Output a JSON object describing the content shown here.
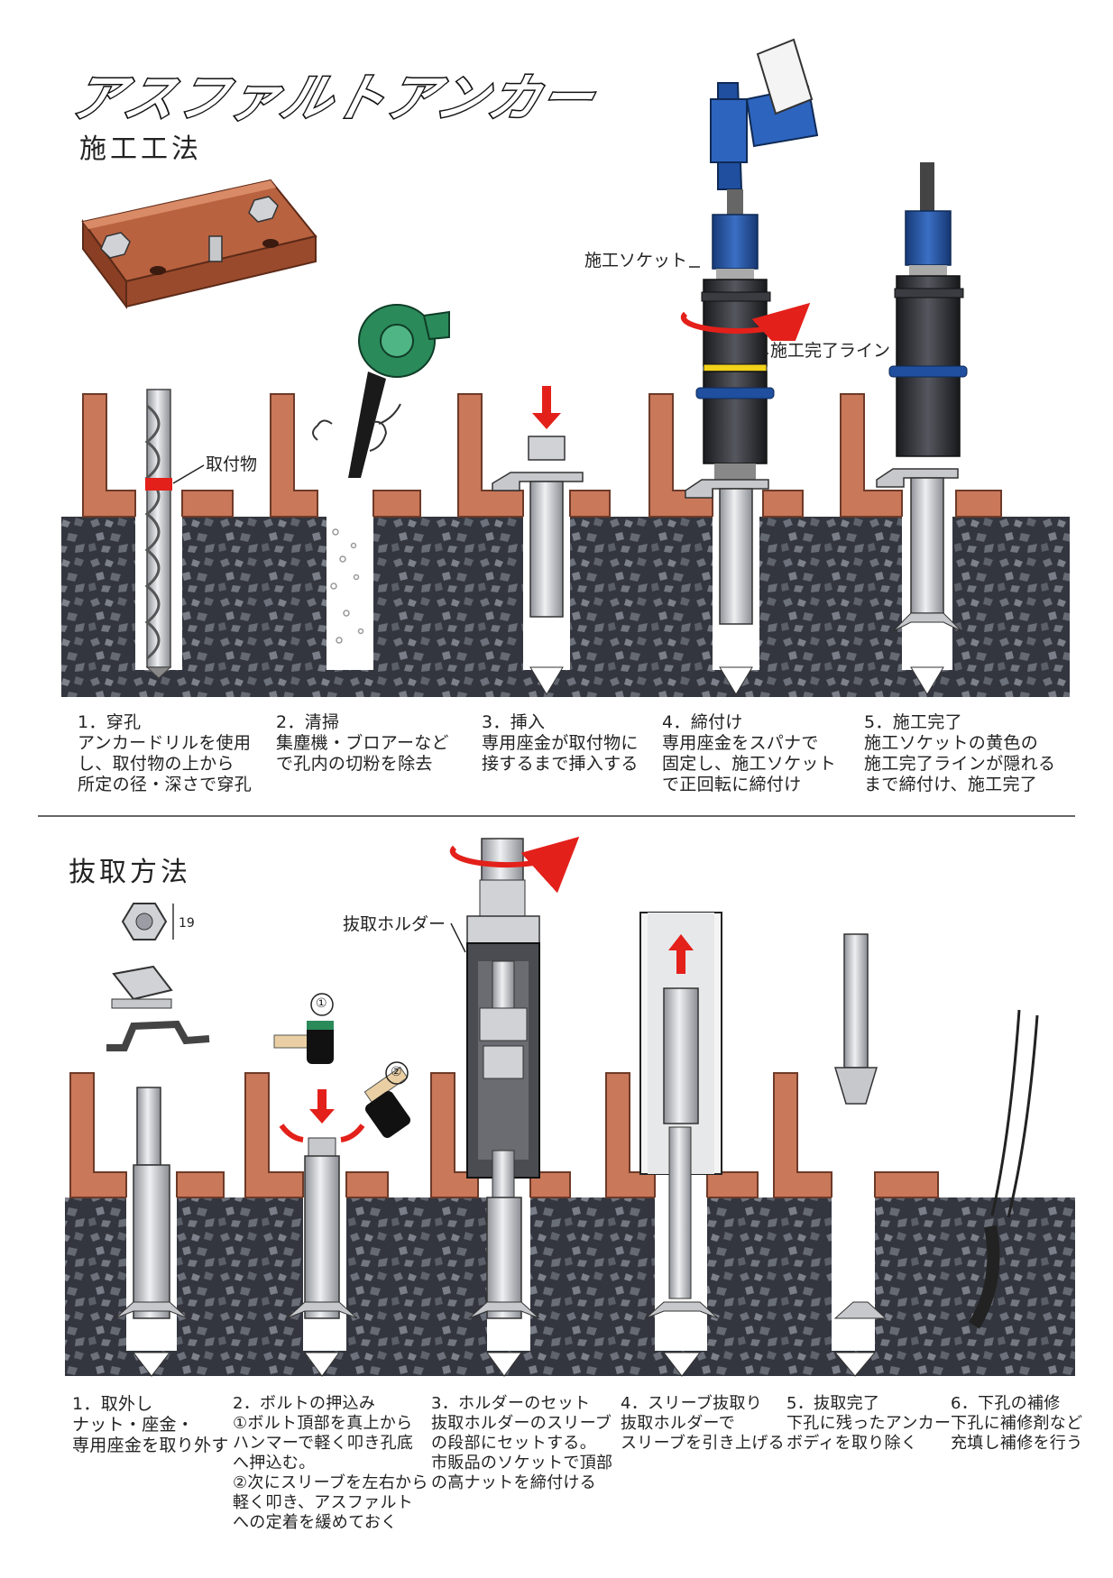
{
  "title": "アスファルトアンカー",
  "install": {
    "heading": "施工工法",
    "labels": {
      "attachment": "取付物",
      "socket": "施工ソケット",
      "complete_line": "施工完了ライン"
    },
    "steps": [
      {
        "step": "1．穿孔",
        "lines": [
          "アンカードリルを使用",
          "し、取付物の上から",
          "所定の径・深さで穿孔"
        ]
      },
      {
        "step": "2．清掃",
        "lines": [
          "集塵機・ブロアーなど",
          "で孔内の切粉を除去"
        ]
      },
      {
        "step": "3．挿入",
        "lines": [
          "専用座金が取付物に",
          "接するまで挿入する"
        ]
      },
      {
        "step": "4．締付け",
        "lines": [
          "専用座金をスパナで",
          "固定し、施工ソケット",
          "で正回転に締付け"
        ]
      },
      {
        "step": "5．施工完了",
        "lines": [
          "施工ソケットの黄色の",
          "施工完了ラインが隠れる",
          "まで締付け、施工完了"
        ]
      }
    ]
  },
  "removal": {
    "heading": "抜取方法",
    "labels": {
      "holder": "抜取ホルダー",
      "nut_size": "19",
      "marker1": "①",
      "marker2": "②"
    },
    "steps": [
      {
        "step": "1．取外し",
        "lines": [
          "ナット・座金・",
          "専用座金を取り外す"
        ]
      },
      {
        "step": "2．ボルトの押込み",
        "lines": [
          "①ボルト頂部を真上から",
          "ハンマーで軽く叩き孔底",
          "へ押込む。",
          "②次にスリーブを左右から",
          "軽く叩き、アスファルト",
          "への定着を緩めておく"
        ]
      },
      {
        "step": "3．ホルダーのセット",
        "lines": [
          "抜取ホルダーのスリーブ",
          "の段部にセットする。",
          "市販品のソケットで頂部",
          "の高ナットを締付ける"
        ]
      },
      {
        "step": "4．スリーブ抜取り",
        "lines": [
          "抜取ホルダーで",
          "スリーブを引き上げる"
        ]
      },
      {
        "step": "5．抜取完了",
        "lines": [
          "下孔に残ったアンカー",
          "ボディを取り除く"
        ]
      },
      {
        "step": "6．下孔の補修",
        "lines": [
          "下孔に補修剤など",
          "充填し補修を行う"
        ]
      }
    ]
  },
  "colors": {
    "ground": "#33363e",
    "aggregate": "#6d717b",
    "bracket": "#c9785a",
    "bracket_edge": "#6e3a28",
    "steel": "#c6c8cc",
    "socket_blue": "#1f4f9e",
    "socket_dark": "#2a2b30",
    "arrow_red": "#e3201a",
    "complete_yellow": "#f2d21a",
    "blower_green": "#2a8a5a"
  }
}
